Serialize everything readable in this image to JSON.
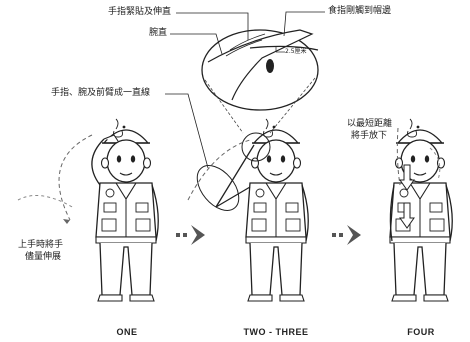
{
  "annotations": {
    "fingers_together": "手指緊貼及伸直",
    "index_touch_brim": "食指剛觸到帽邊",
    "wrist_straight": "腕直",
    "line_straight": "手指、腕及前臂成一直線",
    "distance": "2.5厘米",
    "extend_arm_line1": "上手時將手",
    "extend_arm_line2": "儘量伸展",
    "shortest_line1": "以最短距離",
    "shortest_line2": "將手放下"
  },
  "steps": [
    "ONE",
    "TWO - THREE",
    "FOUR"
  ],
  "colors": {
    "ink": "#222222",
    "arrow": "#555555",
    "dashed": "#666666"
  }
}
